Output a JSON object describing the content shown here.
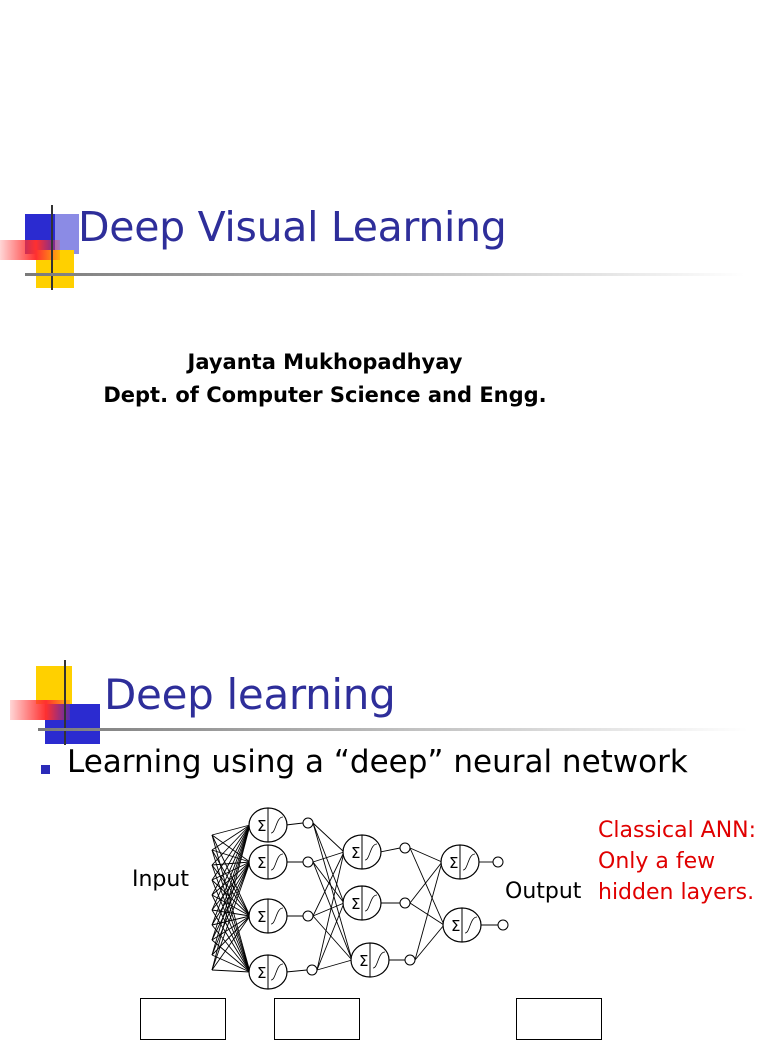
{
  "slide1": {
    "title": "Deep Visual Learning",
    "author": "Jayanta Mukhopadhyay",
    "department": "Dept. of Computer Science and Engg."
  },
  "slide2": {
    "title": "Deep learning",
    "bullet": "Learning using a “deep” neural network",
    "diagram": {
      "input_label": "Input",
      "output_label": "Output",
      "note_lines": [
        "Classical ANN:",
        "Only a few",
        "hidden layers."
      ]
    }
  },
  "colors": {
    "title": "#2e2e9a",
    "note": "#e00000",
    "logo_blue": "#2b2bd0",
    "logo_yellow": "#ffd000",
    "logo_red": "#ff3030",
    "bullet": "#2b2bb8"
  },
  "icons": [
    "title-logo-icon",
    "bullet-square-icon",
    "summation-neuron-icon"
  ]
}
